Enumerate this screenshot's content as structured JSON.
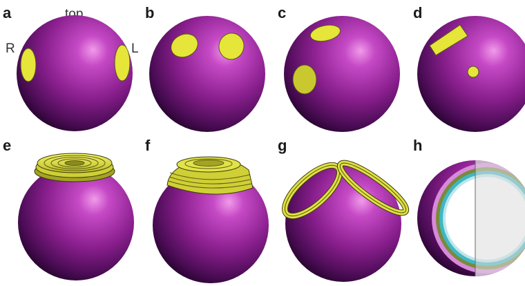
{
  "panels": {
    "a": "a",
    "b": "b",
    "c": "c",
    "d": "d",
    "e": "e",
    "f": "f",
    "g": "g",
    "h": "h"
  },
  "orientation": {
    "top": "top",
    "right": "R",
    "left": "L"
  },
  "colors": {
    "sphere_highlight": "#ee7fe7",
    "sphere_mid": "#8e1f92",
    "sphere_dark": "#26052d",
    "electrode": "#e5e53a",
    "electrode_outline": "#5a5a10",
    "layer_teal": "#3fb7c4",
    "layer_green": "#7a8a3a",
    "layer_pink": "#d67fd8",
    "cavity": "#f2f2f2"
  }
}
